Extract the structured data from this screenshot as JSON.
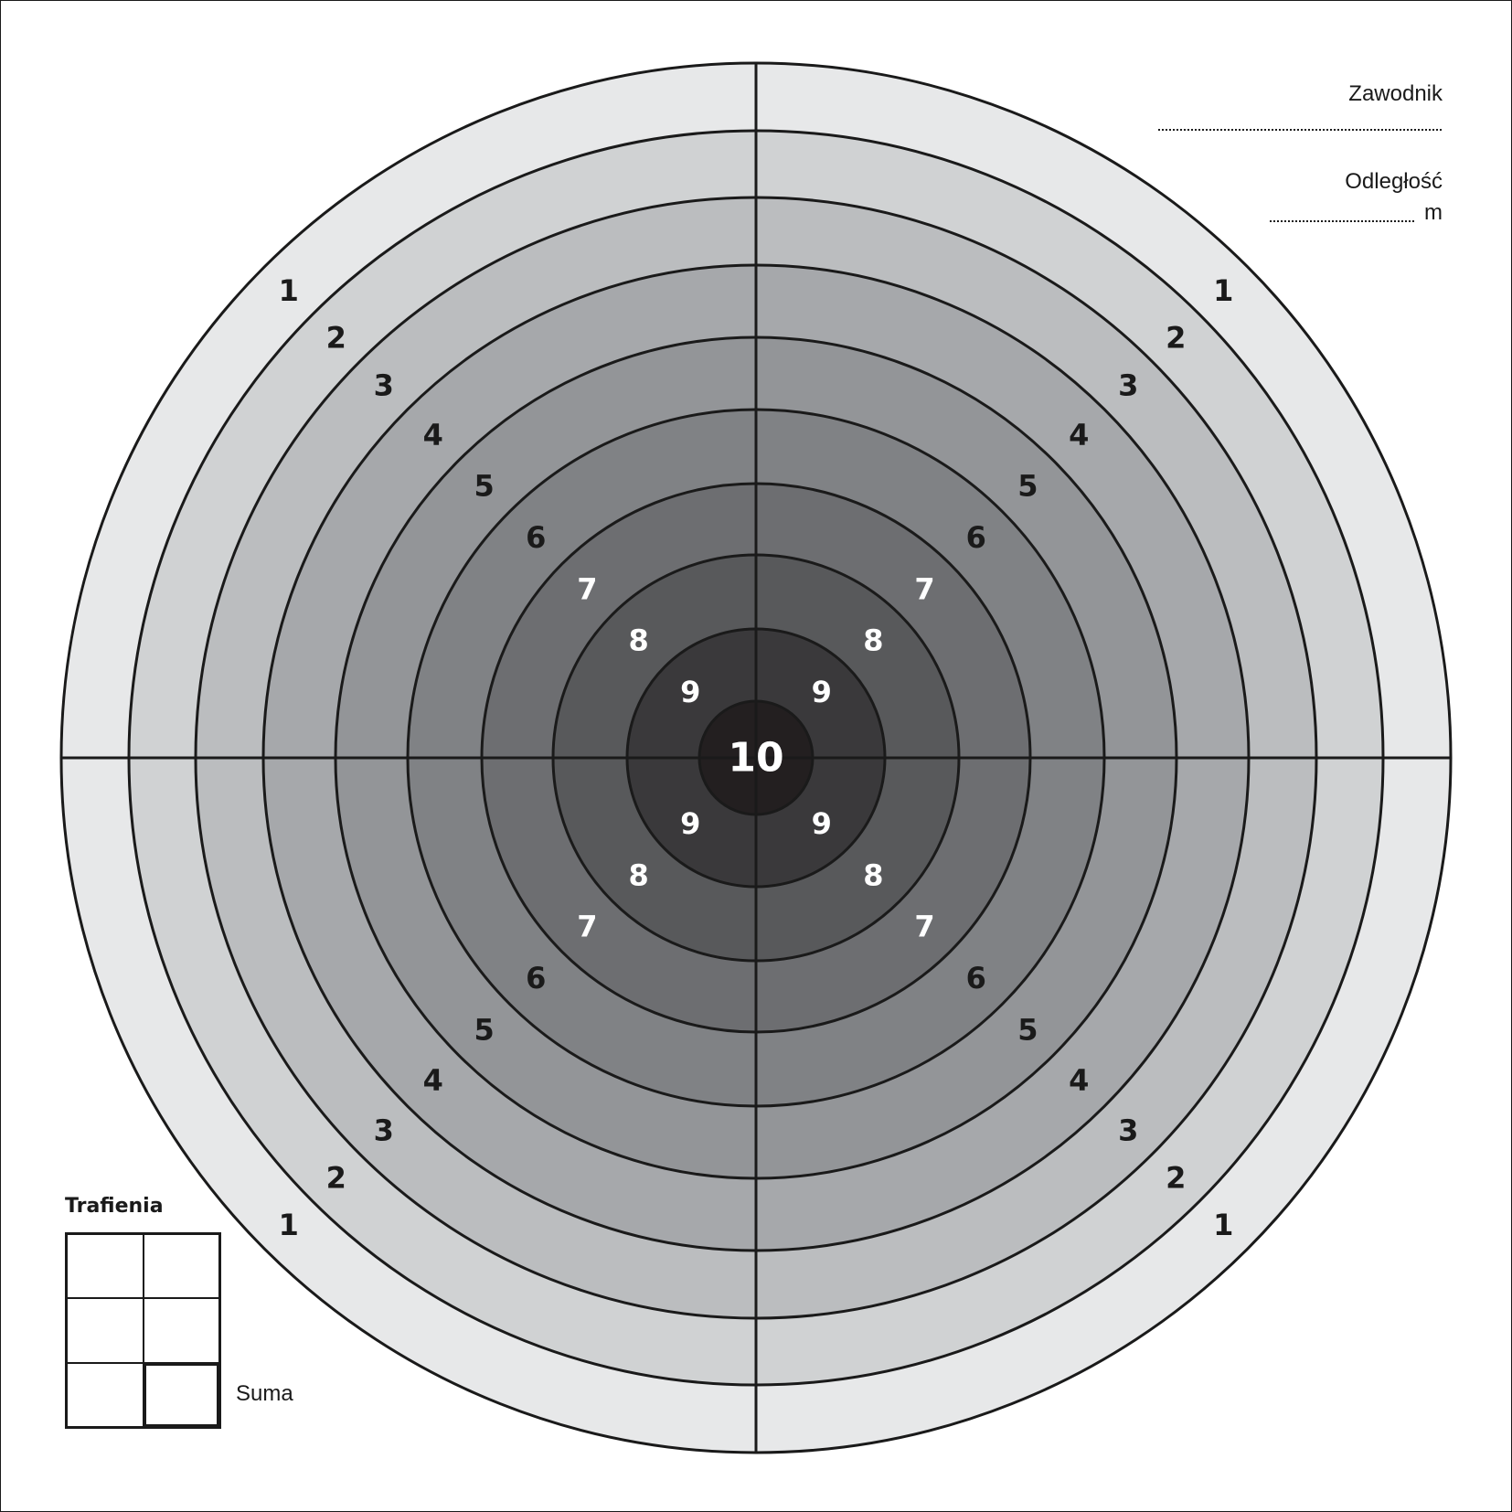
{
  "target": {
    "ring_fills": [
      "#e7e8e9",
      "#d0d2d3",
      "#bbbdbf",
      "#a6a8ab",
      "#939598",
      "#808285",
      "#6d6e71",
      "#58595b",
      "#3a393b",
      "#231f20"
    ],
    "line_color": "#1a1a1a",
    "center_label": "10",
    "ring_labels": [
      "1",
      "2",
      "3",
      "4",
      "5",
      "6",
      "7",
      "8",
      "9"
    ]
  },
  "form": {
    "player_label": "Zawodnik",
    "distance_label": "Odległość",
    "distance_unit": "m"
  },
  "hits": {
    "title": "Trafienia",
    "sum_label": "Suma"
  }
}
